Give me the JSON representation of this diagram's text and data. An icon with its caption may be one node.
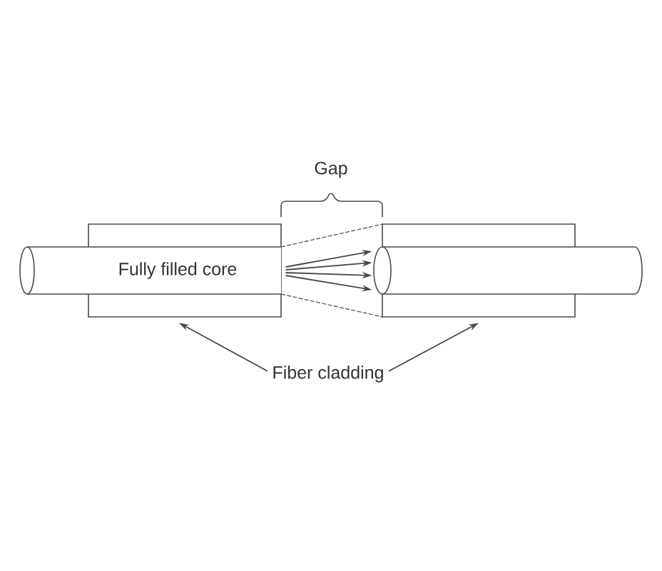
{
  "diagram": {
    "nodes": [
      {
        "text": [],
        "shape": "box"
      },
      {
        "text": [
          "Fully filled core"
        ]
      },
      {
        "text": [],
        "shape": "box"
      },
      {
        "text": [],
        "shape": "cylinder"
      },
      {
        "text": [
          "Fiber cladding"
        ]
      }
    ],
    "edges": [
      {
        "from": 1,
        "to": 3,
        "arrow": "to"
      },
      {
        "from": 1,
        "to": 3,
        "arrow": "to"
      },
      {
        "from": 1,
        "to": 3,
        "arrow": "to"
      },
      {
        "from": 1,
        "to": 3,
        "arrow": "to"
      },
      {
        "from": 4,
        "to": 0,
        "arrow": "to"
      },
      {
        "from": 4,
        "to": 2,
        "arrow": "to"
      }
    ],
    "labels": [
      "Gap"
    ]
  }
}
